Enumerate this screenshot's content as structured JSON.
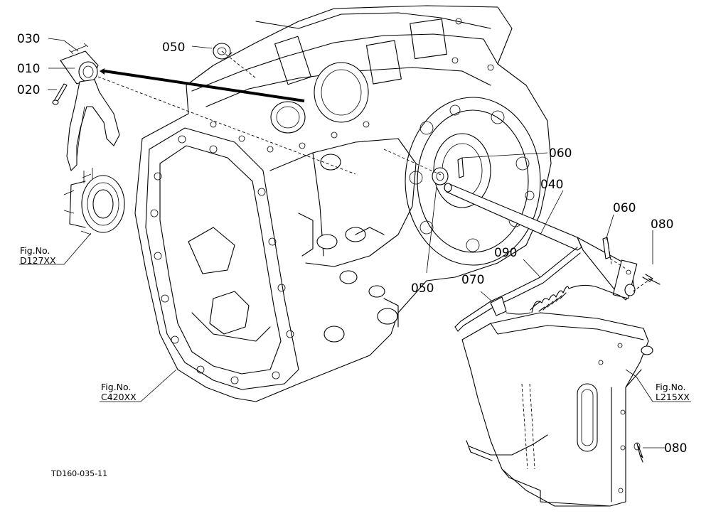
{
  "parts": [
    {
      "id": "part-030",
      "label": "030"
    },
    {
      "id": "part-010",
      "label": "010"
    },
    {
      "id": "part-020",
      "label": "020"
    },
    {
      "id": "part-050-top",
      "label": "050"
    },
    {
      "id": "part-060-upper",
      "label": "060"
    },
    {
      "id": "part-040",
      "label": "040"
    },
    {
      "id": "part-060-lower",
      "label": "060"
    },
    {
      "id": "part-080-upper",
      "label": "080"
    },
    {
      "id": "part-090",
      "label": "090"
    },
    {
      "id": "part-070",
      "label": "070"
    },
    {
      "id": "part-050-bottom",
      "label": "050"
    },
    {
      "id": "part-080-lower",
      "label": "080"
    }
  ],
  "figure_refs": [
    {
      "id": "fig-d127",
      "line1": "Fig.No.",
      "line2": "D127XX"
    },
    {
      "id": "fig-c420",
      "line1": "Fig.No.",
      "line2": "C420XX"
    },
    {
      "id": "fig-l215",
      "line1": "Fig.No.",
      "line2": "L215XX"
    }
  ],
  "drawing_code": "TD160-035-11"
}
